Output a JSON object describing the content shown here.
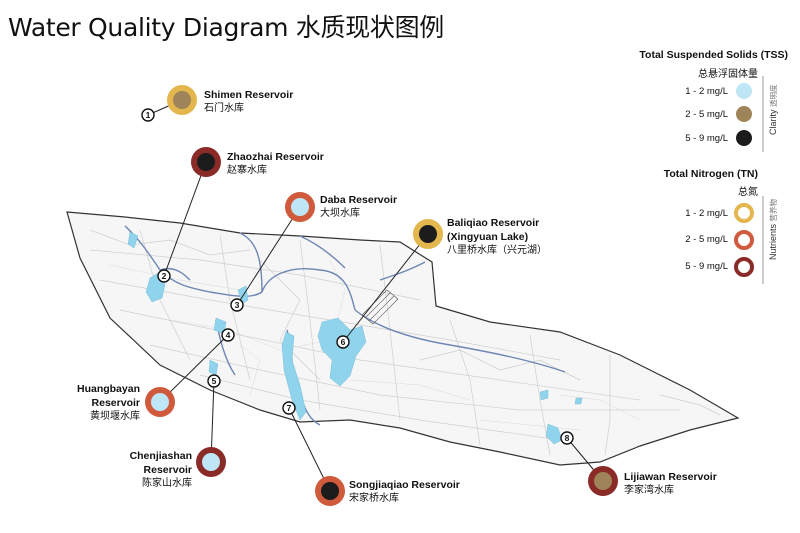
{
  "title": "Water Quality Diagram 水质现状图例",
  "legend": {
    "tss_title": "Total Suspended Solids (TSS)",
    "tss_subtitle": "总悬浮固体量",
    "tss_rows": [
      {
        "label": "1 - 2 mg/L",
        "color": "#bfe6f7"
      },
      {
        "label": "2 - 5 mg/L",
        "color": "#9e8458"
      },
      {
        "label": "5 - 9 mg/L",
        "color": "#1c1c1c"
      }
    ],
    "clarity_label": "Clarity",
    "clarity_label_zh": "透明度",
    "tn_title": "Total Nitrogen (TN)",
    "tn_subtitle": "总氮",
    "tn_rows": [
      {
        "label": "1 - 2 mg/L",
        "color": "#e3b64e"
      },
      {
        "label": "2 - 5 mg/L",
        "color": "#cf5a3c"
      },
      {
        "label": "5 - 9 mg/L",
        "color": "#8a2b28"
      }
    ],
    "nutrients_label": "Nutrients",
    "nutrients_label_zh": "营养物"
  },
  "reservoirs": [
    {
      "num": "1",
      "name": "Shimen Reservoir",
      "name_zh": "石门水库",
      "tss": "#9e8458",
      "tn": "#e3b64e"
    },
    {
      "num": "2",
      "name": "Zhaozhai Reservoir",
      "name_zh": "赵寨水库",
      "tss": "#1c1c1c",
      "tn": "#8a2b28"
    },
    {
      "num": "3",
      "name": "Daba Reservoir",
      "name_zh": "大坝水库",
      "tss": "#bfe6f7",
      "tn": "#cf5a3c"
    },
    {
      "num": "4",
      "name": "Huangbayan Reservoir",
      "name_zh": "黄坝堰水库",
      "tss": "#bfe6f7",
      "tn": "#cf5a3c"
    },
    {
      "num": "5",
      "name": "Chenjiashan Reservoir",
      "name_zh": "陈家山水库",
      "tss": "#bfe6f7",
      "tn": "#8a2b28"
    },
    {
      "num": "6",
      "name": "Baliqiao Reservoir (Xingyuan Lake)",
      "name_zh": "八里桥水库（兴元湖）",
      "tss": "#1c1c1c",
      "tn": "#e3b64e"
    },
    {
      "num": "7",
      "name": "Songjiaqiao Reservoir",
      "name_zh": "宋家桥水库",
      "tss": "#1c1c1c",
      "tn": "#cf5a3c"
    },
    {
      "num": "8",
      "name": "Lijiawan Reservoir",
      "name_zh": "李家湾水库",
      "tss": "#9e8458",
      "tn": "#8a2b28"
    }
  ],
  "colors": {
    "water": "#8fd3ec",
    "river": "#6f86b5",
    "roads": "#c9c9c9",
    "map_outline": "#333333"
  }
}
